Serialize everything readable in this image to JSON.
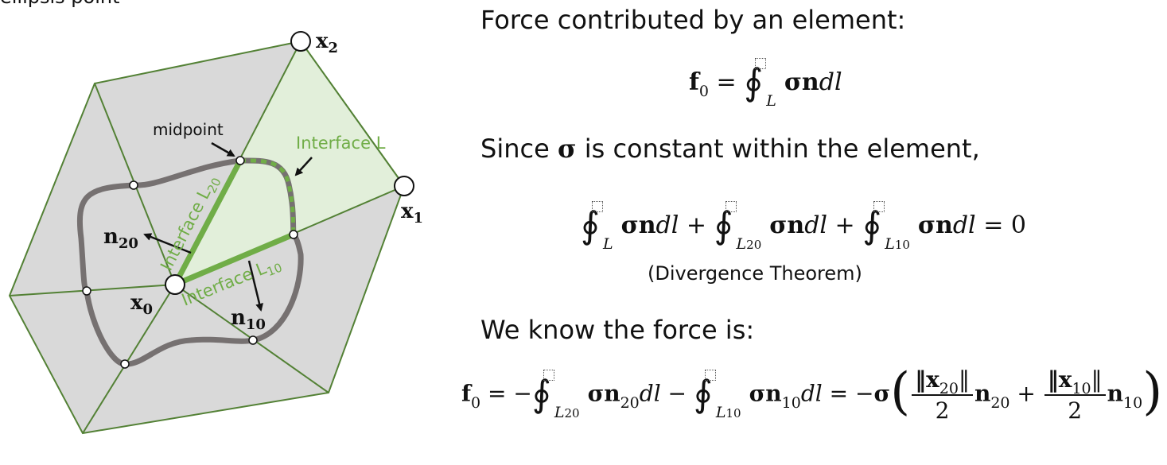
{
  "diagram": {
    "top_text": "ellipsis point",
    "labels": {
      "x2": "x",
      "x2_sub": "2",
      "x1": "x",
      "x1_sub": "1",
      "x0": "x",
      "x0_sub": "0",
      "n20": "n",
      "n20_sub": "20",
      "n10": "n",
      "n10_sub": "10",
      "midpoint": "midpoint",
      "interface_L": "Interface L",
      "interface_L20": "Interface L",
      "interface_L20_sub": "20",
      "interface_L10": "Interface L",
      "interface_L10_sub": "10"
    },
    "colors": {
      "mesh_fill": "#d9d9d9",
      "mesh_edge": "#538135",
      "highlight_fill": "#e2efda",
      "interface_green": "#70ad47",
      "contour_gray": "#767171"
    }
  },
  "equations": {
    "line1": "Force contributed by an element:",
    "eq1_lhs": "f",
    "eq1_lhs_sub": "0",
    "eq1_eq": " = ",
    "eq1_int_sub": "L",
    "eq1_body": "σn",
    "eq1_dl": "dl",
    "line2_a": "Since ",
    "line2_sigma": "σ",
    "line2_b": " is constant within the element,",
    "eq2_sub1": "L",
    "eq2_sub2": "L",
    "eq2_sub2b": "20",
    "eq2_sub3": "L",
    "eq2_sub3b": "10",
    "eq2_body": "σn",
    "eq2_dl": "dl",
    "eq2_plus": " + ",
    "eq2_rhs": " = 0",
    "note": "(Divergence Theorem)",
    "line3": "We know the force is:",
    "eq3_lhs": "f",
    "eq3_lhs_sub": "0",
    "eq3_eq": " = −",
    "eq3_sub1": "L",
    "eq3_sub1b": "20",
    "eq3_body1": "σn",
    "eq3_body1_sub": "20",
    "eq3_dl": "dl",
    "eq3_minus": " − ",
    "eq3_sub2": "L",
    "eq3_sub2b": "10",
    "eq3_body2": "σn",
    "eq3_body2_sub": "10",
    "eq3_eq2": " = −",
    "eq3_sigma": "σ",
    "eq3_frac1_num": "‖x",
    "eq3_frac1_num_sub": "20",
    "eq3_frac_den": "2",
    "eq3_n": "n",
    "eq3_n20_sub": "20",
    "eq3_n10_sub": "10",
    "eq3_frac2_num_sub": "10",
    "eq3_norm_close": "‖",
    "lparen": "(",
    "rparen": ")"
  }
}
